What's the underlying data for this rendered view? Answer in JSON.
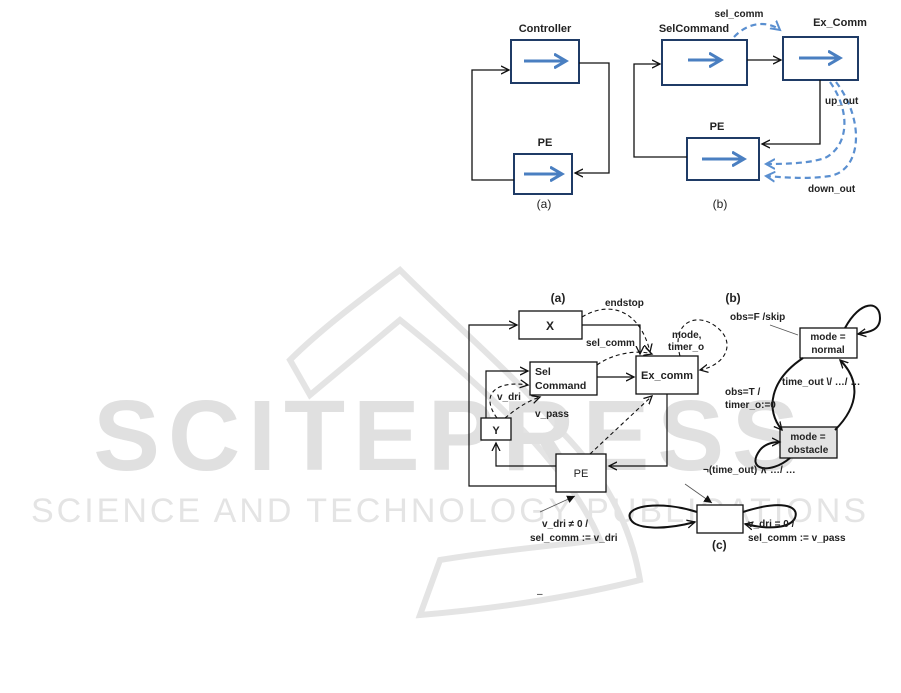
{
  "watermark": {
    "line1": "SCITEPRESS",
    "line2": "SCIENCE AND TECHNOLOGY PUBLICATIONS"
  },
  "top_figure": {
    "a": {
      "controller": "Controller",
      "pe": "PE",
      "caption": "(a)"
    },
    "b": {
      "selcommand": "SelCommand",
      "ex_comm": "Ex_Comm",
      "pe": "PE",
      "sel_comm": "sel_comm",
      "up_out": "up_out",
      "down_out": "down_out",
      "caption": "(b)"
    }
  },
  "bottom_figure": {
    "a": {
      "caption": "(a)",
      "x": "X",
      "sel_command_1": "Sel",
      "sel_command_2": "Command",
      "ex_comm": "Ex_comm",
      "y": "Y",
      "pe": "PE",
      "endstop": "endstop",
      "sel_comm": "sel_comm",
      "mode": "mode,",
      "timer_o": "timer_o",
      "v_dri": "v_dri",
      "v_pass": "v_pass"
    },
    "b": {
      "caption": "(b)",
      "obs_f_skip": "obs=F /skip",
      "mode_normal_1": "mode =",
      "mode_normal_2": "normal",
      "time_out": "time_out \\/ …/ …",
      "obs_t": "obs=T /",
      "timer_reset": "timer_o:=0",
      "mode_obstacle_1": "mode =",
      "mode_obstacle_2": "obstacle",
      "not_time_out": "¬(time_out) ∧ …/ …"
    },
    "c": {
      "caption": "(c)",
      "left_1": "v_dri ≠ 0 /",
      "left_2": "sel_comm := v_dri",
      "right_1": "v_dri = 0 /",
      "right_2": "sel_comm := v_pass"
    }
  },
  "stray_mark": "–",
  "colors": {
    "arrow_blue": "#4a7fc1",
    "dashed_blue": "#5a8fd0",
    "box_border": "#1f3b66",
    "line": "#111111",
    "watermark": "#dedede"
  }
}
